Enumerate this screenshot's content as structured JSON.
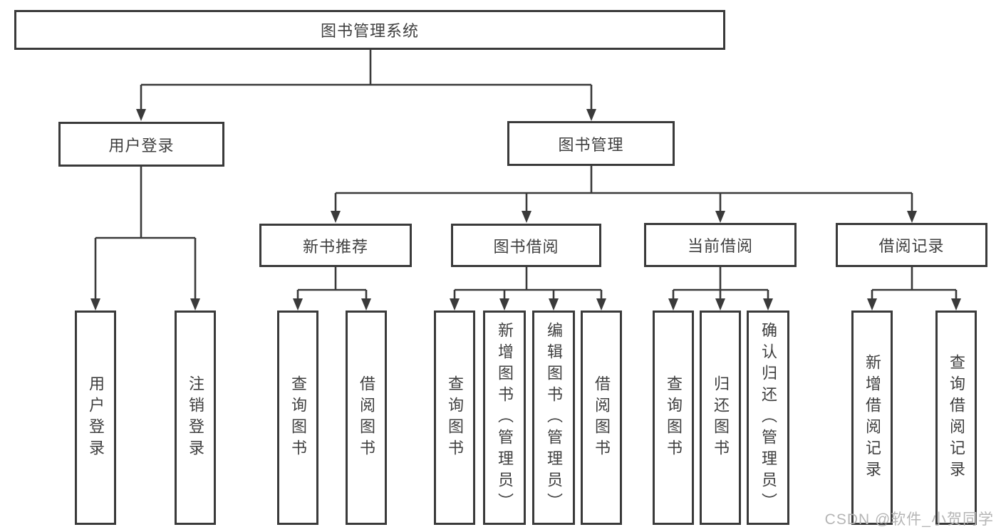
{
  "diagram": {
    "root": {
      "label": "图书管理系统"
    },
    "level2": [
      {
        "label": "用户登录"
      },
      {
        "label": "图书管理"
      }
    ],
    "level3": [
      {
        "label": "新书推荐",
        "parent": "图书管理"
      },
      {
        "label": "图书借阅",
        "parent": "图书管理"
      },
      {
        "label": "当前借阅",
        "parent": "图书管理"
      },
      {
        "label": "借阅记录",
        "parent": "图书管理"
      }
    ],
    "leaves": [
      {
        "label": "用户登录",
        "parent": "用户登录"
      },
      {
        "label": "注销登录",
        "parent": "用户登录"
      },
      {
        "label": "查询图书",
        "parent": "新书推荐"
      },
      {
        "label": "借阅图书",
        "parent": "新书推荐"
      },
      {
        "label": "查询图书",
        "parent": "图书借阅"
      },
      {
        "label": "新增图书（管理员）",
        "parent": "图书借阅"
      },
      {
        "label": "编辑图书（管理员）",
        "parent": "图书借阅"
      },
      {
        "label": "借阅图书",
        "parent": "图书借阅"
      },
      {
        "label": "查询图书",
        "parent": "当前借阅"
      },
      {
        "label": "归还图书",
        "parent": "当前借阅"
      },
      {
        "label": "确认归还（管理员）",
        "parent": "当前借阅"
      },
      {
        "label": "新增借阅记录",
        "parent": "借阅记录"
      },
      {
        "label": "查询借阅记录",
        "parent": "借阅记录"
      }
    ],
    "watermark": "CSDN @软件_小贺同学",
    "colors": {
      "line": "#3a3a3a",
      "text": "#3f3f3f",
      "watermark": "#b5b5b5",
      "background": "#ffffff"
    }
  }
}
